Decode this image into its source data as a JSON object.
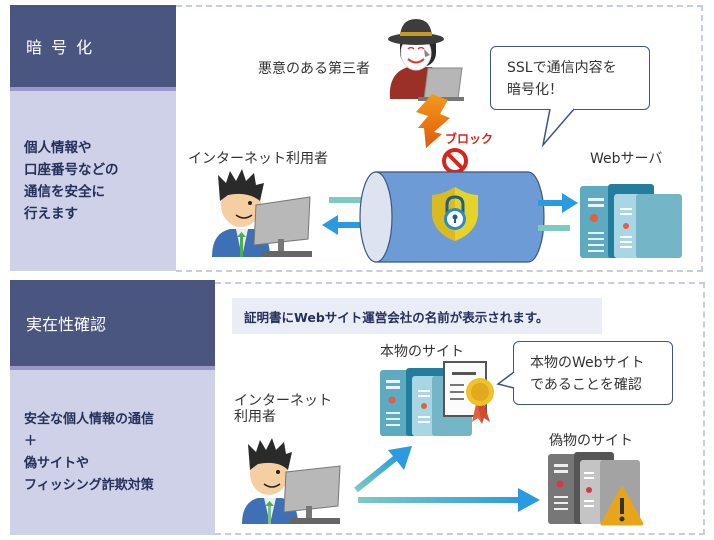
{
  "sections": [
    {
      "id": "encryption",
      "title": "暗 号 化",
      "description_lines": [
        "個人情報や",
        "口座番号などの",
        "通信を安全に",
        "行えます"
      ],
      "labels": {
        "attacker": "悪意のある第三者",
        "user": "インターネット利用者",
        "server": "Webサーバ",
        "block": "ブロック"
      },
      "bubble_lines": [
        "SSLで通信内容を",
        "暗号化！"
      ]
    },
    {
      "id": "authenticity",
      "title": "実在性確認",
      "description_lines": [
        "安全な個人情報の通信",
        "＋",
        "偽サイトや",
        "フィッシング詐欺対策"
      ],
      "notice": "証明書にWebサイト運営会社の名前が表示されます。",
      "labels": {
        "real_site": "本物のサイト",
        "fake_site": "偽物のサイト",
        "user_line1": "インターネット",
        "user_line2": "利用者"
      },
      "bubble_lines": [
        "本物のWebサイト",
        "であることを確認"
      ]
    }
  ],
  "colors": {
    "panel_head": "#4b5680",
    "panel_body": "#ced1e8",
    "tunnel": "#6c9bd6",
    "arrow_blue": "#2a9be0",
    "arrow_teal": "#7dcbc0",
    "shield": "#e6d32a",
    "block_red": "#d7261c",
    "warning": "#e8a51c"
  }
}
